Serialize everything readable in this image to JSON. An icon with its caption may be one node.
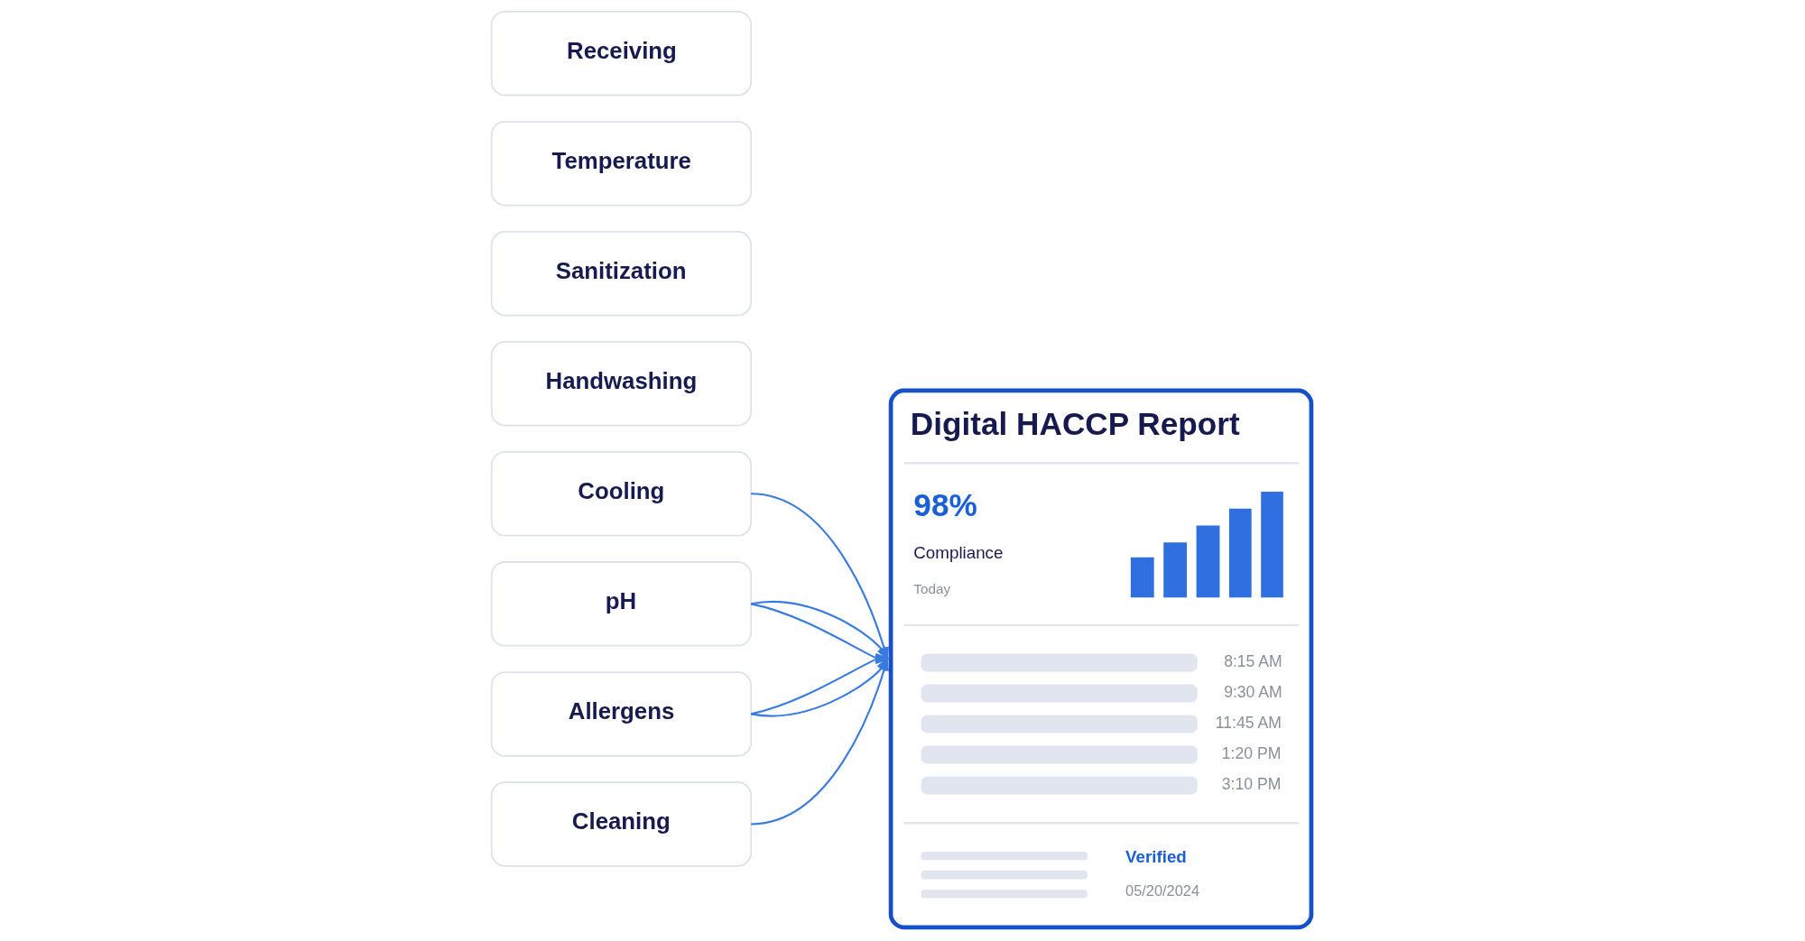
{
  "diagram": {
    "nodes": [
      {
        "text": [
          "Receiving"
        ]
      },
      {
        "text": [
          "Cooling"
        ]
      },
      {
        "text": [
          "Temperature"
        ]
      },
      {
        "text": [
          "pH"
        ]
      },
      {
        "text": [
          "Sanitization"
        ]
      },
      {
        "text": [
          "Allergens"
        ]
      },
      {
        "text": [
          "Handwashing"
        ]
      },
      {
        "text": [
          "Cleaning"
        ]
      },
      {
        "text": [
          "Digital HACCP Report",
          "98%",
          "Compliance",
          "Today",
          "8:15 AM",
          "9:30 AM",
          "11:45 AM",
          "1:20 PM",
          "3:10 PM",
          "Verified",
          "05/20/2024"
        ]
      }
    ],
    "edges": [
      {
        "from": 1,
        "to": 8,
        "arrow": "to"
      },
      {
        "from": 3,
        "to": 8,
        "arrow": "to"
      },
      {
        "from": 3,
        "to": 8,
        "arrow": "to"
      },
      {
        "from": 5,
        "to": 8,
        "arrow": "to"
      },
      {
        "from": 5,
        "to": 8,
        "arrow": "to"
      },
      {
        "from": 7,
        "to": 8,
        "arrow": "to"
      }
    ]
  }
}
